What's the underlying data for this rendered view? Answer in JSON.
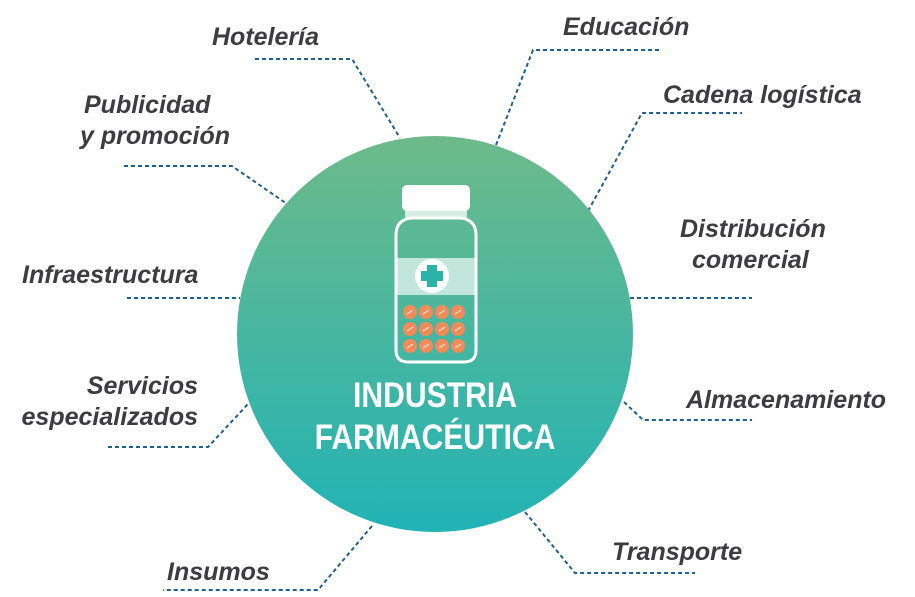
{
  "center": {
    "title_line1": "INDUSTRIA",
    "title_line2": "FARMACÉUTICA",
    "icon": "medicine-bottle-icon",
    "circle_top_color": "#6dba8a",
    "circle_bottom_color": "#21b3b5",
    "pill_color": "#f28a5a",
    "cross_color": "#2bb3a8"
  },
  "connector_color": "#1f5f93",
  "nodes": [
    {
      "lines": [
        "Hotelería"
      ]
    },
    {
      "lines": [
        "Educación"
      ]
    },
    {
      "lines": [
        "Publicidad",
        "y promoción"
      ]
    },
    {
      "lines": [
        "Cadena logística"
      ]
    },
    {
      "lines": [
        "Infraestructura"
      ]
    },
    {
      "lines": [
        "Distribución",
        "comercial"
      ]
    },
    {
      "lines": [
        "Servicios",
        "especializados"
      ]
    },
    {
      "lines": [
        "Almacenamiento"
      ]
    },
    {
      "lines": [
        "Insumos"
      ]
    },
    {
      "lines": [
        "Transporte"
      ]
    }
  ]
}
